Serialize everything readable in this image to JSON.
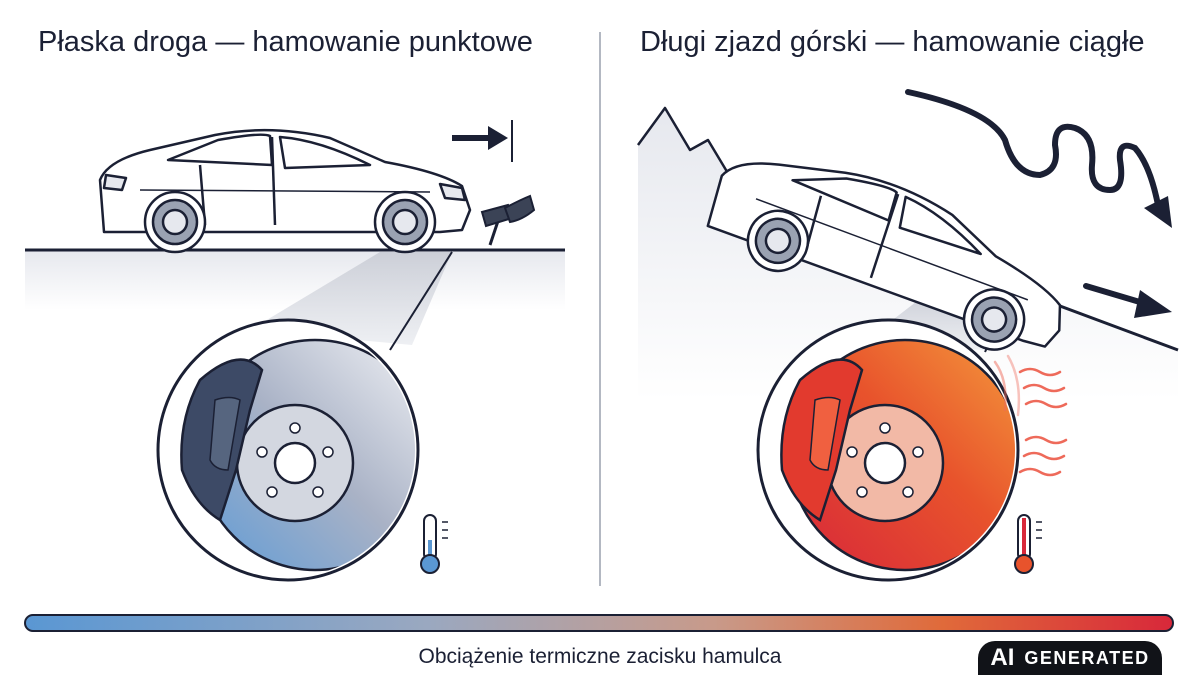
{
  "panels": {
    "left": {
      "title": "Płaska droga — hamowanie punktowe"
    },
    "right": {
      "title": "Długi zjazd górski — hamowanie ciągłe"
    }
  },
  "scale": {
    "caption": "Obciążenie termiczne zacisku hamulca"
  },
  "badge": {
    "ai": "AI",
    "generated": "GENERATED"
  },
  "colors": {
    "ink": "#1b2034",
    "cold": "#5a97d3",
    "hot": "#d8283a",
    "warm": "#f0852e"
  },
  "icons": [
    "car-icon",
    "brake-pedal-icon",
    "brake-disc-icon",
    "brake-caliper-icon",
    "thermometer-icon",
    "heat-waves-icon",
    "arrow-icon"
  ]
}
